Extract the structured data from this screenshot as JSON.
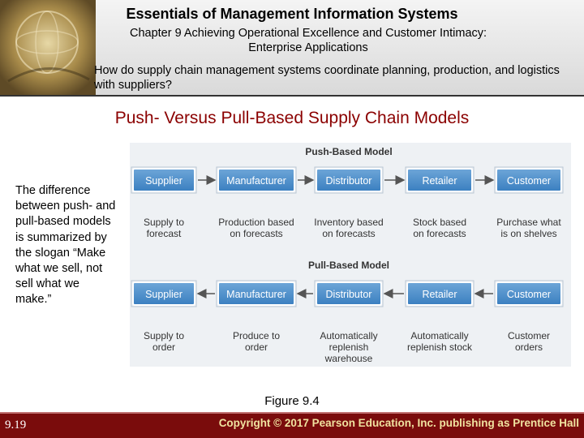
{
  "header": {
    "course_title": "Essentials of Management Information Systems",
    "chapter_title": "Chapter 9 Achieving Operational Excellence and Customer Intimacy: Enterprise Applications",
    "question": "How do supply chain management systems coordinate planning, production, and logistics with suppliers?"
  },
  "slide": {
    "title": "Push- Versus Pull-Based Supply Chain Models",
    "left_text": "The difference between push- and pull-based models is summarized by the slogan “Make what we sell, not sell what we make.”"
  },
  "figure": {
    "caption": "Figure 9.4",
    "push": {
      "title": "Push-Based Model",
      "stages": [
        {
          "name": "Supplier",
          "desc": [
            "Supply to",
            "forecast"
          ]
        },
        {
          "name": "Manufacturer",
          "desc": [
            "Production based",
            "on forecasts"
          ]
        },
        {
          "name": "Distributor",
          "desc": [
            "Inventory based",
            "on forecasts"
          ]
        },
        {
          "name": "Retailer",
          "desc": [
            "Stock based",
            "on forecasts"
          ]
        },
        {
          "name": "Customer",
          "desc": [
            "Purchase what",
            "is on shelves"
          ]
        }
      ]
    },
    "pull": {
      "title": "Pull-Based Model",
      "stages": [
        {
          "name": "Supplier",
          "desc": [
            "Supply to",
            "order"
          ]
        },
        {
          "name": "Manufacturer",
          "desc": [
            "Produce to",
            "order"
          ]
        },
        {
          "name": "Distributor",
          "desc": [
            "Automatically",
            "replenish",
            "warehouse"
          ]
        },
        {
          "name": "Retailer",
          "desc": [
            "Automatically",
            "replenish stock"
          ]
        },
        {
          "name": "Customer",
          "desc": [
            "Customer",
            "orders"
          ]
        }
      ]
    }
  },
  "footer": {
    "page_number": "9.19",
    "copyright": "Copyright © 2017 Pearson Education, Inc. publishing as Prentice Hall"
  },
  "colors": {
    "title_red": "#8b0000",
    "footer_bg": "#7a0c0c",
    "footer_text": "#f0e3a0",
    "box_fill": "#3a7fc0",
    "box_fill_light": "#6ea6d8",
    "arrow": "#555555"
  }
}
